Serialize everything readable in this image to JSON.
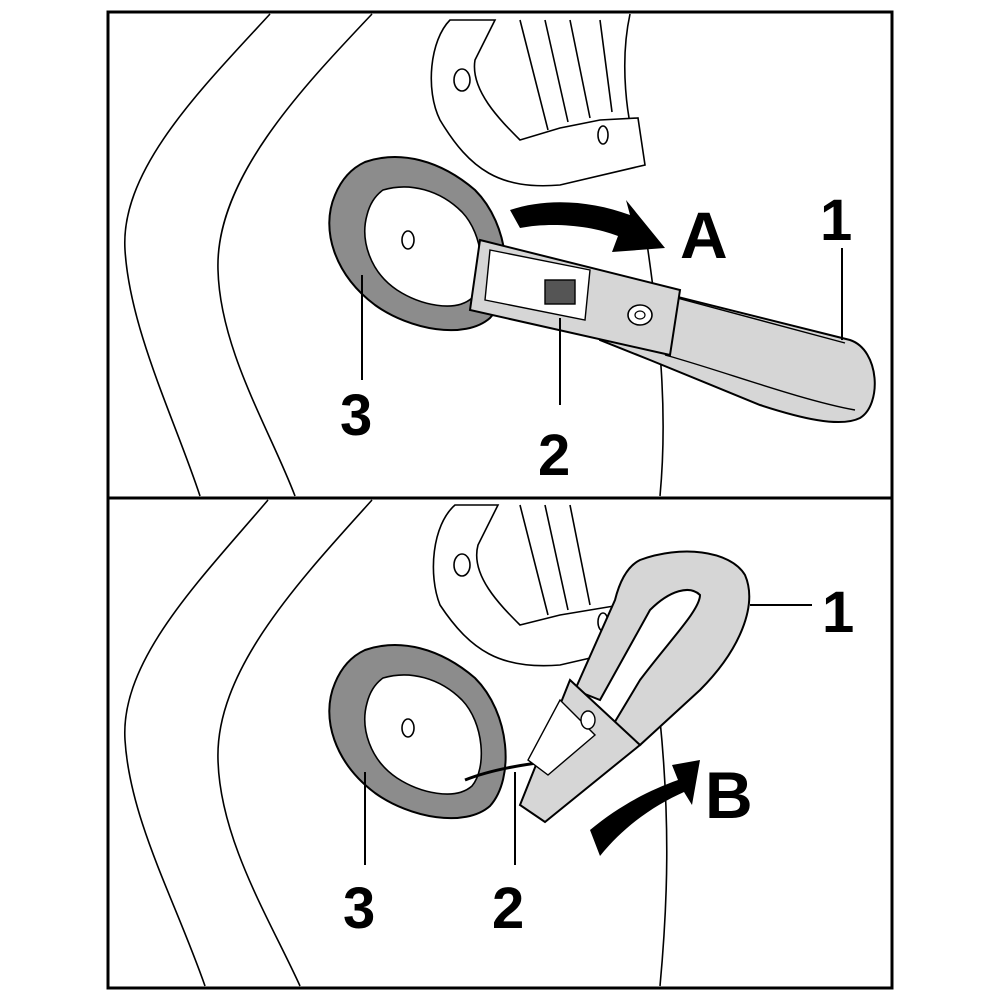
{
  "panels": [
    {
      "id": "top",
      "labels": {
        "part1": "1",
        "part2": "2",
        "part3": "3",
        "arrow": "A"
      }
    },
    {
      "id": "bottom",
      "labels": {
        "part1": "1",
        "part2": "2",
        "part3": "3",
        "arrow": "B"
      }
    }
  ],
  "colors": {
    "outline": "#000000",
    "pad_fill": "#8c8c8c",
    "strap_fill": "#d6d6d6",
    "arrow_fill": "#000000",
    "background": "#ffffff"
  }
}
